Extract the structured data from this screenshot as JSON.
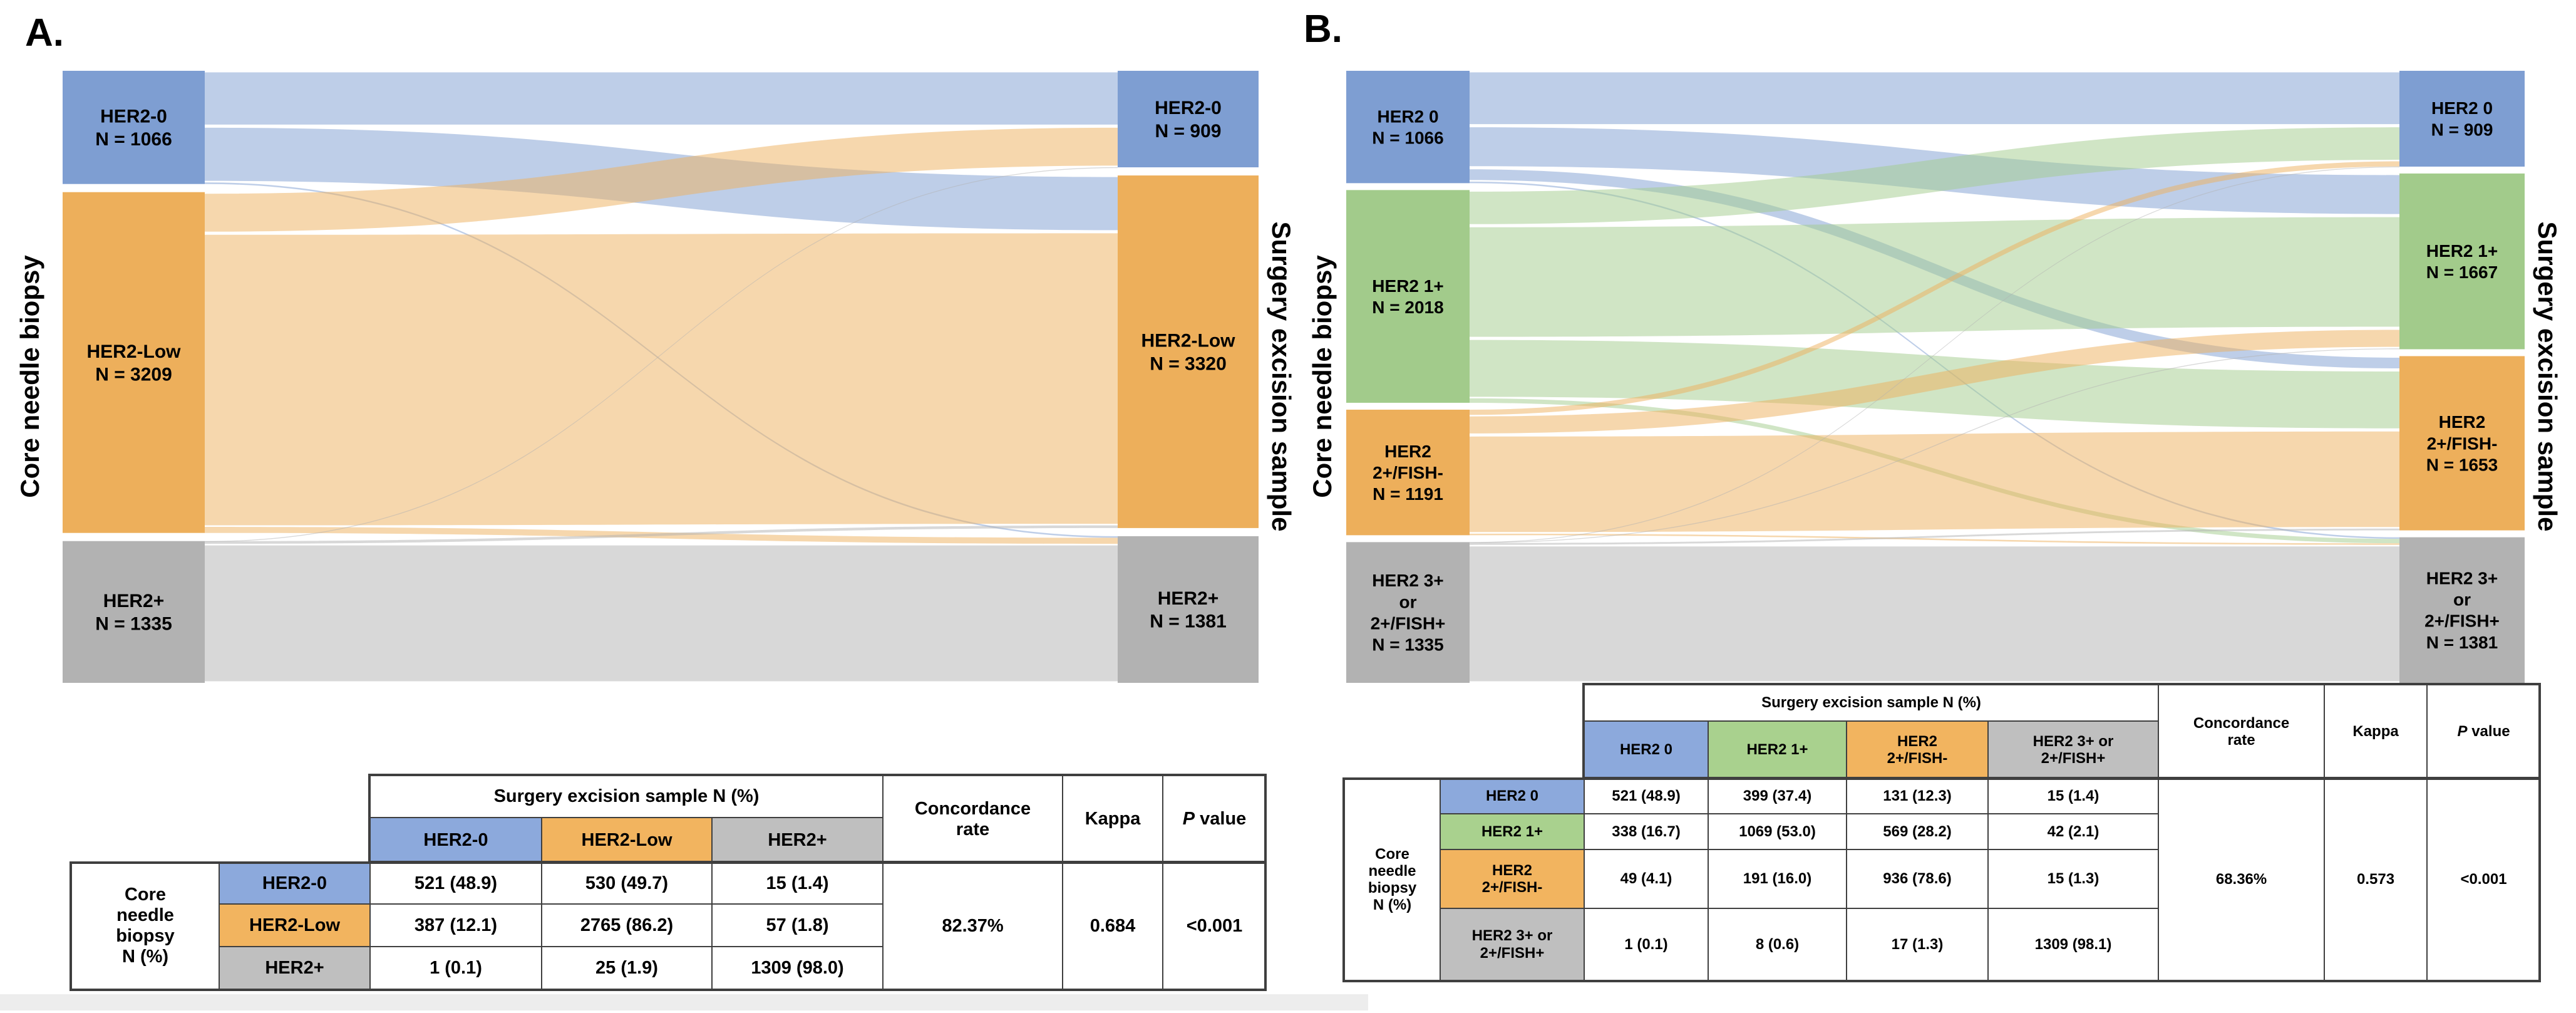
{
  "figure": {
    "panel_a_letter": "A.",
    "panel_b_letter": "B."
  },
  "colors": {
    "blue": "#7E9ED2",
    "green": "#A2CB8B",
    "orange": "#EDAF5B",
    "gray": "#B2B2B2",
    "table_blue": "#8CA9DC",
    "table_green": "#A9D18E",
    "table_orange": "#F2B45F",
    "table_gray": "#BFBFBF",
    "border": "#3F3F3F",
    "flow_opacity": 0.5
  },
  "chart_data": [
    {
      "panel": "A",
      "type": "sankey",
      "left_axis": "Core needle biopsy",
      "right_axis": "Surgery excision sample",
      "left_nodes": [
        {
          "key": "HER2-0",
          "label_lines": [
            "HER2-0",
            "N = 1066"
          ],
          "n": 1066,
          "color": "blue"
        },
        {
          "key": "HER2-Low",
          "label_lines": [
            "HER2-Low",
            "N = 3209"
          ],
          "n": 3209,
          "color": "orange"
        },
        {
          "key": "HER2+",
          "label_lines": [
            "HER2+",
            "N = 1335"
          ],
          "n": 1335,
          "color": "gray"
        }
      ],
      "right_nodes": [
        {
          "key": "HER2-0",
          "label_lines": [
            "HER2-0",
            "N = 909"
          ],
          "n": 909,
          "color": "blue"
        },
        {
          "key": "HER2-Low",
          "label_lines": [
            "HER2-Low",
            "N = 3320"
          ],
          "n": 3320,
          "color": "orange"
        },
        {
          "key": "HER2+",
          "label_lines": [
            "HER2+",
            "N = 1381"
          ],
          "n": 1381,
          "color": "gray"
        }
      ],
      "flows": [
        [
          521,
          530,
          15
        ],
        [
          387,
          2765,
          57
        ],
        [
          1,
          25,
          1309
        ]
      ],
      "table": {
        "col_group_header": "Surgery excision sample N (%)",
        "row_group_lines": [
          "Core",
          "needle",
          "biopsy",
          "N (%)"
        ],
        "col_headers": [
          {
            "lines": [
              "HER2-0"
            ],
            "color": "blue"
          },
          {
            "lines": [
              "HER2-Low"
            ],
            "color": "orange"
          },
          {
            "lines": [
              "HER2+"
            ],
            "color": "gray"
          }
        ],
        "rows": [
          {
            "label_lines": [
              "HER2-0"
            ],
            "color": "blue",
            "cells": [
              "521 (48.9)",
              "530 (49.7)",
              "15 (1.4)"
            ]
          },
          {
            "label_lines": [
              "HER2-Low"
            ],
            "color": "orange",
            "cells": [
              "387 (12.1)",
              "2765 (86.2)",
              "57 (1.8)"
            ]
          },
          {
            "label_lines": [
              "HER2+"
            ],
            "color": "gray",
            "cells": [
              "1 (0.1)",
              "25 (1.9)",
              "1309 (98.0)"
            ]
          }
        ],
        "stat_headers": [
          {
            "lines": [
              "Concordance",
              "rate"
            ]
          },
          {
            "lines": [
              "Kappa"
            ]
          },
          {
            "italic_prefix": "P",
            "lines": [
              " value"
            ]
          }
        ],
        "concordance_rate": "82.37%",
        "kappa": "0.684",
        "p_value": "<0.001"
      }
    },
    {
      "panel": "B",
      "type": "sankey",
      "left_axis": "Core needle biopsy",
      "right_axis": "Surgery excision sample",
      "left_nodes": [
        {
          "key": "HER2 0",
          "label_lines": [
            "HER2 0",
            "N = 1066"
          ],
          "n": 1066,
          "color": "blue"
        },
        {
          "key": "HER2 1+",
          "label_lines": [
            "HER2 1+",
            "N = 2018"
          ],
          "n": 2018,
          "color": "green"
        },
        {
          "key": "HER2 2+/FISH-",
          "label_lines": [
            "HER2",
            "2+/FISH-",
            "N = 1191"
          ],
          "n": 1191,
          "color": "orange"
        },
        {
          "key": "HER2 3+ or 2+/FISH+",
          "label_lines": [
            "HER2 3+",
            "or",
            "2+/FISH+",
            "N = 1335"
          ],
          "n": 1335,
          "color": "gray"
        }
      ],
      "right_nodes": [
        {
          "key": "HER2 0",
          "label_lines": [
            "HER2 0",
            "N = 909"
          ],
          "n": 909,
          "color": "blue"
        },
        {
          "key": "HER2 1+",
          "label_lines": [
            "HER2 1+",
            "N = 1667"
          ],
          "n": 1667,
          "color": "green"
        },
        {
          "key": "HER2 2+/FISH-",
          "label_lines": [
            "HER2",
            "2+/FISH-",
            "N = 1653"
          ],
          "n": 1653,
          "color": "orange"
        },
        {
          "key": "HER2 3+ or 2+/FISH+",
          "label_lines": [
            "HER2 3+",
            "or",
            "2+/FISH+",
            "N = 1381"
          ],
          "n": 1381,
          "color": "gray"
        }
      ],
      "flows": [
        [
          521,
          399,
          131,
          15
        ],
        [
          338,
          1069,
          569,
          42
        ],
        [
          49,
          191,
          936,
          15
        ],
        [
          1,
          8,
          17,
          1309
        ]
      ],
      "table": {
        "col_group_header": "Surgery excision sample N (%)",
        "row_group_lines": [
          "Core",
          "needle",
          "biopsy",
          "N (%)"
        ],
        "col_headers": [
          {
            "lines": [
              "HER2 0"
            ],
            "color": "blue"
          },
          {
            "lines": [
              "HER2 1+"
            ],
            "color": "green"
          },
          {
            "lines": [
              "HER2",
              "2+/FISH-"
            ],
            "color": "orange"
          },
          {
            "lines": [
              "HER2 3+ or",
              "2+/FISH+"
            ],
            "color": "gray"
          }
        ],
        "rows": [
          {
            "label_lines": [
              "HER2 0"
            ],
            "color": "blue",
            "cells": [
              "521 (48.9)",
              "399 (37.4)",
              "131 (12.3)",
              "15 (1.4)"
            ]
          },
          {
            "label_lines": [
              "HER2 1+"
            ],
            "color": "green",
            "cells": [
              "338 (16.7)",
              "1069 (53.0)",
              "569 (28.2)",
              "42 (2.1)"
            ]
          },
          {
            "label_lines": [
              "HER2",
              "2+/FISH-"
            ],
            "color": "orange",
            "cells": [
              "49 (4.1)",
              "191 (16.0)",
              "936 (78.6)",
              "15 (1.3)"
            ]
          },
          {
            "label_lines": [
              "HER2 3+ or",
              "2+/FISH+"
            ],
            "color": "gray",
            "cells": [
              "1 (0.1)",
              "8 (0.6)",
              "17 (1.3)",
              "1309 (98.1)"
            ]
          }
        ],
        "stat_headers": [
          {
            "lines": [
              "Concordance",
              "rate"
            ]
          },
          {
            "lines": [
              "Kappa"
            ]
          },
          {
            "italic_prefix": "P",
            "lines": [
              " value"
            ]
          }
        ],
        "concordance_rate": "68.36%",
        "kappa": "0.573",
        "p_value": "<0.001"
      }
    }
  ]
}
